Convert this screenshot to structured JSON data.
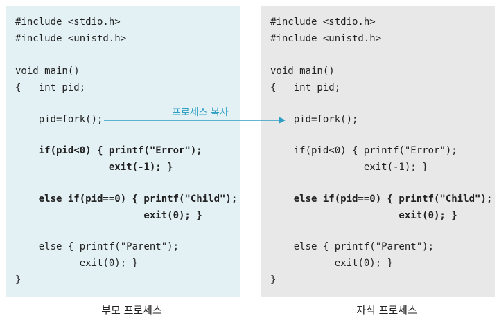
{
  "parent": {
    "lines": [
      "#include <stdio.h>",
      "#include <unistd.h>",
      "void main()",
      "{   int pid;",
      "    pid=fork();",
      "    if(pid<0) { printf(\"Error\");",
      "                exit(-1); }",
      "    else if(pid==0) { printf(\"Child\");",
      "                      exit(0); }",
      "    else { printf(\"Parent\");",
      "           exit(0); }",
      "}"
    ],
    "caption": "부모 프로세스"
  },
  "child": {
    "lines": [
      "#include <stdio.h>",
      "#include <unistd.h>",
      "void main()",
      "{   int pid;",
      "    pid=fork();",
      "    if(pid<0) { printf(\"Error\");",
      "                exit(-1); }",
      "    else if(pid==0) { printf(\"Child\");",
      "                      exit(0); }",
      "    else { printf(\"Parent\");",
      "           exit(0); }",
      "}"
    ],
    "caption": "자식 프로세스"
  },
  "arrow_label": "프로세스 복사",
  "colors": {
    "parent_bg": "#e3f1f5",
    "child_bg": "#e8e8e8",
    "arrow": "#2e9fc2"
  }
}
